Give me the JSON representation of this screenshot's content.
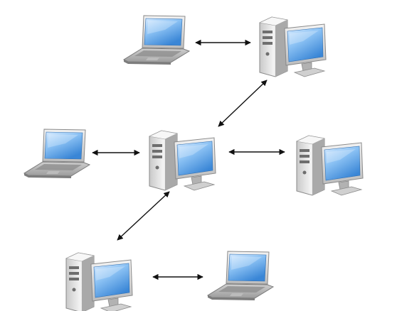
{
  "diagram": {
    "nodes": [
      {
        "id": "laptop-top",
        "kind": "laptop"
      },
      {
        "id": "desktop-top-right",
        "kind": "desktop"
      },
      {
        "id": "laptop-mid-left",
        "kind": "laptop"
      },
      {
        "id": "desktop-center",
        "kind": "desktop"
      },
      {
        "id": "desktop-mid-right",
        "kind": "desktop"
      },
      {
        "id": "desktop-bottom-left",
        "kind": "desktop"
      },
      {
        "id": "laptop-bottom-right",
        "kind": "laptop"
      }
    ],
    "links": [
      {
        "from": "laptop-top",
        "to": "desktop-top-right",
        "direction": "bidirectional"
      },
      {
        "from": "desktop-top-right",
        "to": "desktop-center",
        "direction": "bidirectional"
      },
      {
        "from": "laptop-mid-left",
        "to": "desktop-center",
        "direction": "bidirectional"
      },
      {
        "from": "desktop-center",
        "to": "desktop-mid-right",
        "direction": "bidirectional"
      },
      {
        "from": "desktop-center",
        "to": "desktop-bottom-left",
        "direction": "bidirectional"
      },
      {
        "from": "desktop-bottom-left",
        "to": "laptop-bottom-right",
        "direction": "bidirectional"
      }
    ],
    "colors": {
      "screen_light": "#cfe6ff",
      "screen_dark": "#3e8ede",
      "case_light": "#f4f4f4",
      "case_dark": "#9a9a9a",
      "arrow": "#111111",
      "background": "#ffffff"
    }
  }
}
